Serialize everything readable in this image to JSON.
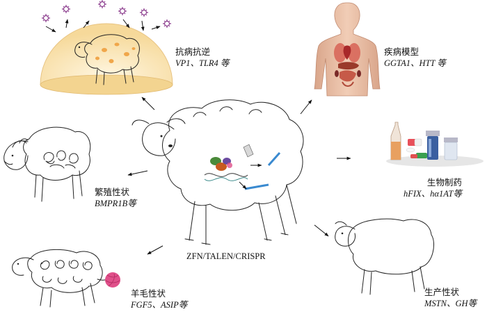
{
  "center_label": "ZFN/TALEN/CRISPR",
  "traits": [
    {
      "id": "disease-resistance",
      "title": "抗病抗逆",
      "genes": "VP1、TLR4 等"
    },
    {
      "id": "disease-model",
      "title": "疾病模型",
      "genes": "GGTA1、HTT 等"
    },
    {
      "id": "biopharma",
      "title": "生物制药",
      "genes": "hFIX、hα1AT等"
    },
    {
      "id": "reproduction",
      "title": "繁殖性状",
      "genes": "BMPR1B等"
    },
    {
      "id": "wool",
      "title": "羊毛性状",
      "genes": "FGF5、ASIP等"
    },
    {
      "id": "production",
      "title": "生产性状",
      "genes": "MSTN、GH等"
    }
  ],
  "colors": {
    "dome": "#fbe6b8",
    "spots": "#f0a64a",
    "virus": "#8a3a8c",
    "organs": "#c0463a",
    "yarn": "#e0508a",
    "vial_orange": "#e8a060",
    "vial_blue": "#3a5fa0"
  },
  "icons": [
    "virus-icon",
    "human-body-icon",
    "medicine-vials-icon",
    "yarn-ball-icon",
    "dna-icon",
    "nuclease-icon"
  ]
}
